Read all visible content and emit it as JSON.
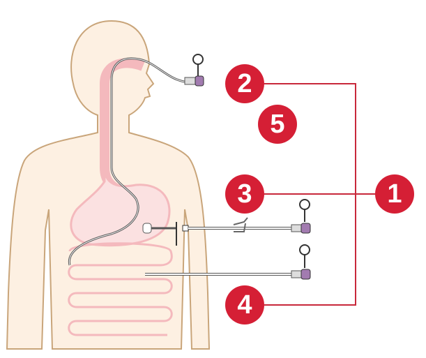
{
  "colors": {
    "badge": "#d51f35",
    "line": "#c8283a",
    "skin": "#fdf0e2",
    "outline": "#c9a57a",
    "organ": "#f4b9bd",
    "tube_hub": "#a27bb0"
  },
  "badges": [
    {
      "id": "badge-1",
      "label": "1"
    },
    {
      "id": "badge-2",
      "label": "2"
    },
    {
      "id": "badge-3",
      "label": "3"
    },
    {
      "id": "badge-4",
      "label": "4"
    },
    {
      "id": "badge-5",
      "label": "5"
    }
  ]
}
